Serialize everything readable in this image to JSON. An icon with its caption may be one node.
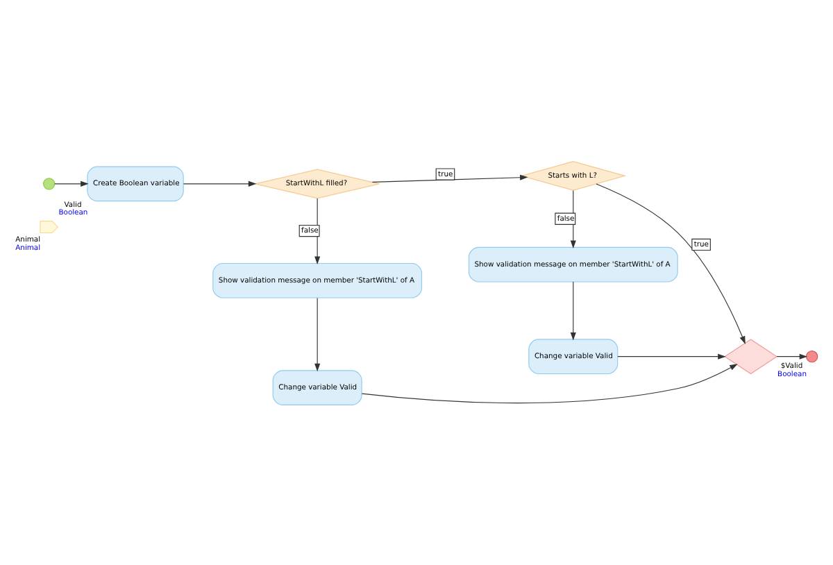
{
  "diagram": {
    "nodes": [
      {
        "text": [],
        "shape": "pentagon",
        "beside": [
          "Animal",
          "Animal"
        ]
      },
      {
        "text": [],
        "shape": "circle"
      },
      {
        "text": [
          "Create Boolean variable"
        ],
        "beside": [
          "Valid",
          "Boolean"
        ]
      },
      {
        "text": [
          "StartWithL filled?"
        ]
      },
      {
        "text": [
          "Starts with L?"
        ]
      },
      {
        "text": [],
        "shape": "diamond"
      },
      {
        "text": [],
        "shape": "circle",
        "beside": [
          "$Valid",
          "Boolean"
        ]
      },
      {
        "text": [
          "Show validation message on member 'StartWithL' of A"
        ]
      },
      {
        "text": [
          "Show validation message on member 'StartWithL' of A"
        ]
      },
      {
        "text": [
          "Change variable Valid"
        ]
      },
      {
        "text": [
          "Change variable Valid"
        ]
      }
    ],
    "edges": [
      {
        "from": 1,
        "to": 2,
        "arrow": "to"
      },
      {
        "from": 2,
        "to": 3,
        "arrow": "to"
      },
      {
        "from": 3,
        "to": 4,
        "arrow": "to",
        "label": "true"
      },
      {
        "from": 4,
        "to": 5,
        "arrow": "to",
        "label": "true"
      },
      {
        "from": 5,
        "to": 6,
        "arrow": "to"
      },
      {
        "from": 3,
        "to": 7,
        "arrow": "to",
        "label": "false"
      },
      {
        "from": 4,
        "to": 8,
        "arrow": "to",
        "label": "false"
      },
      {
        "from": 7,
        "to": 10,
        "arrow": "to"
      },
      {
        "from": 8,
        "to": 9,
        "arrow": "to"
      },
      {
        "from": 9,
        "to": 5,
        "arrow": "to"
      },
      {
        "from": 10,
        "to": 5,
        "arrow": "to"
      }
    ]
  }
}
